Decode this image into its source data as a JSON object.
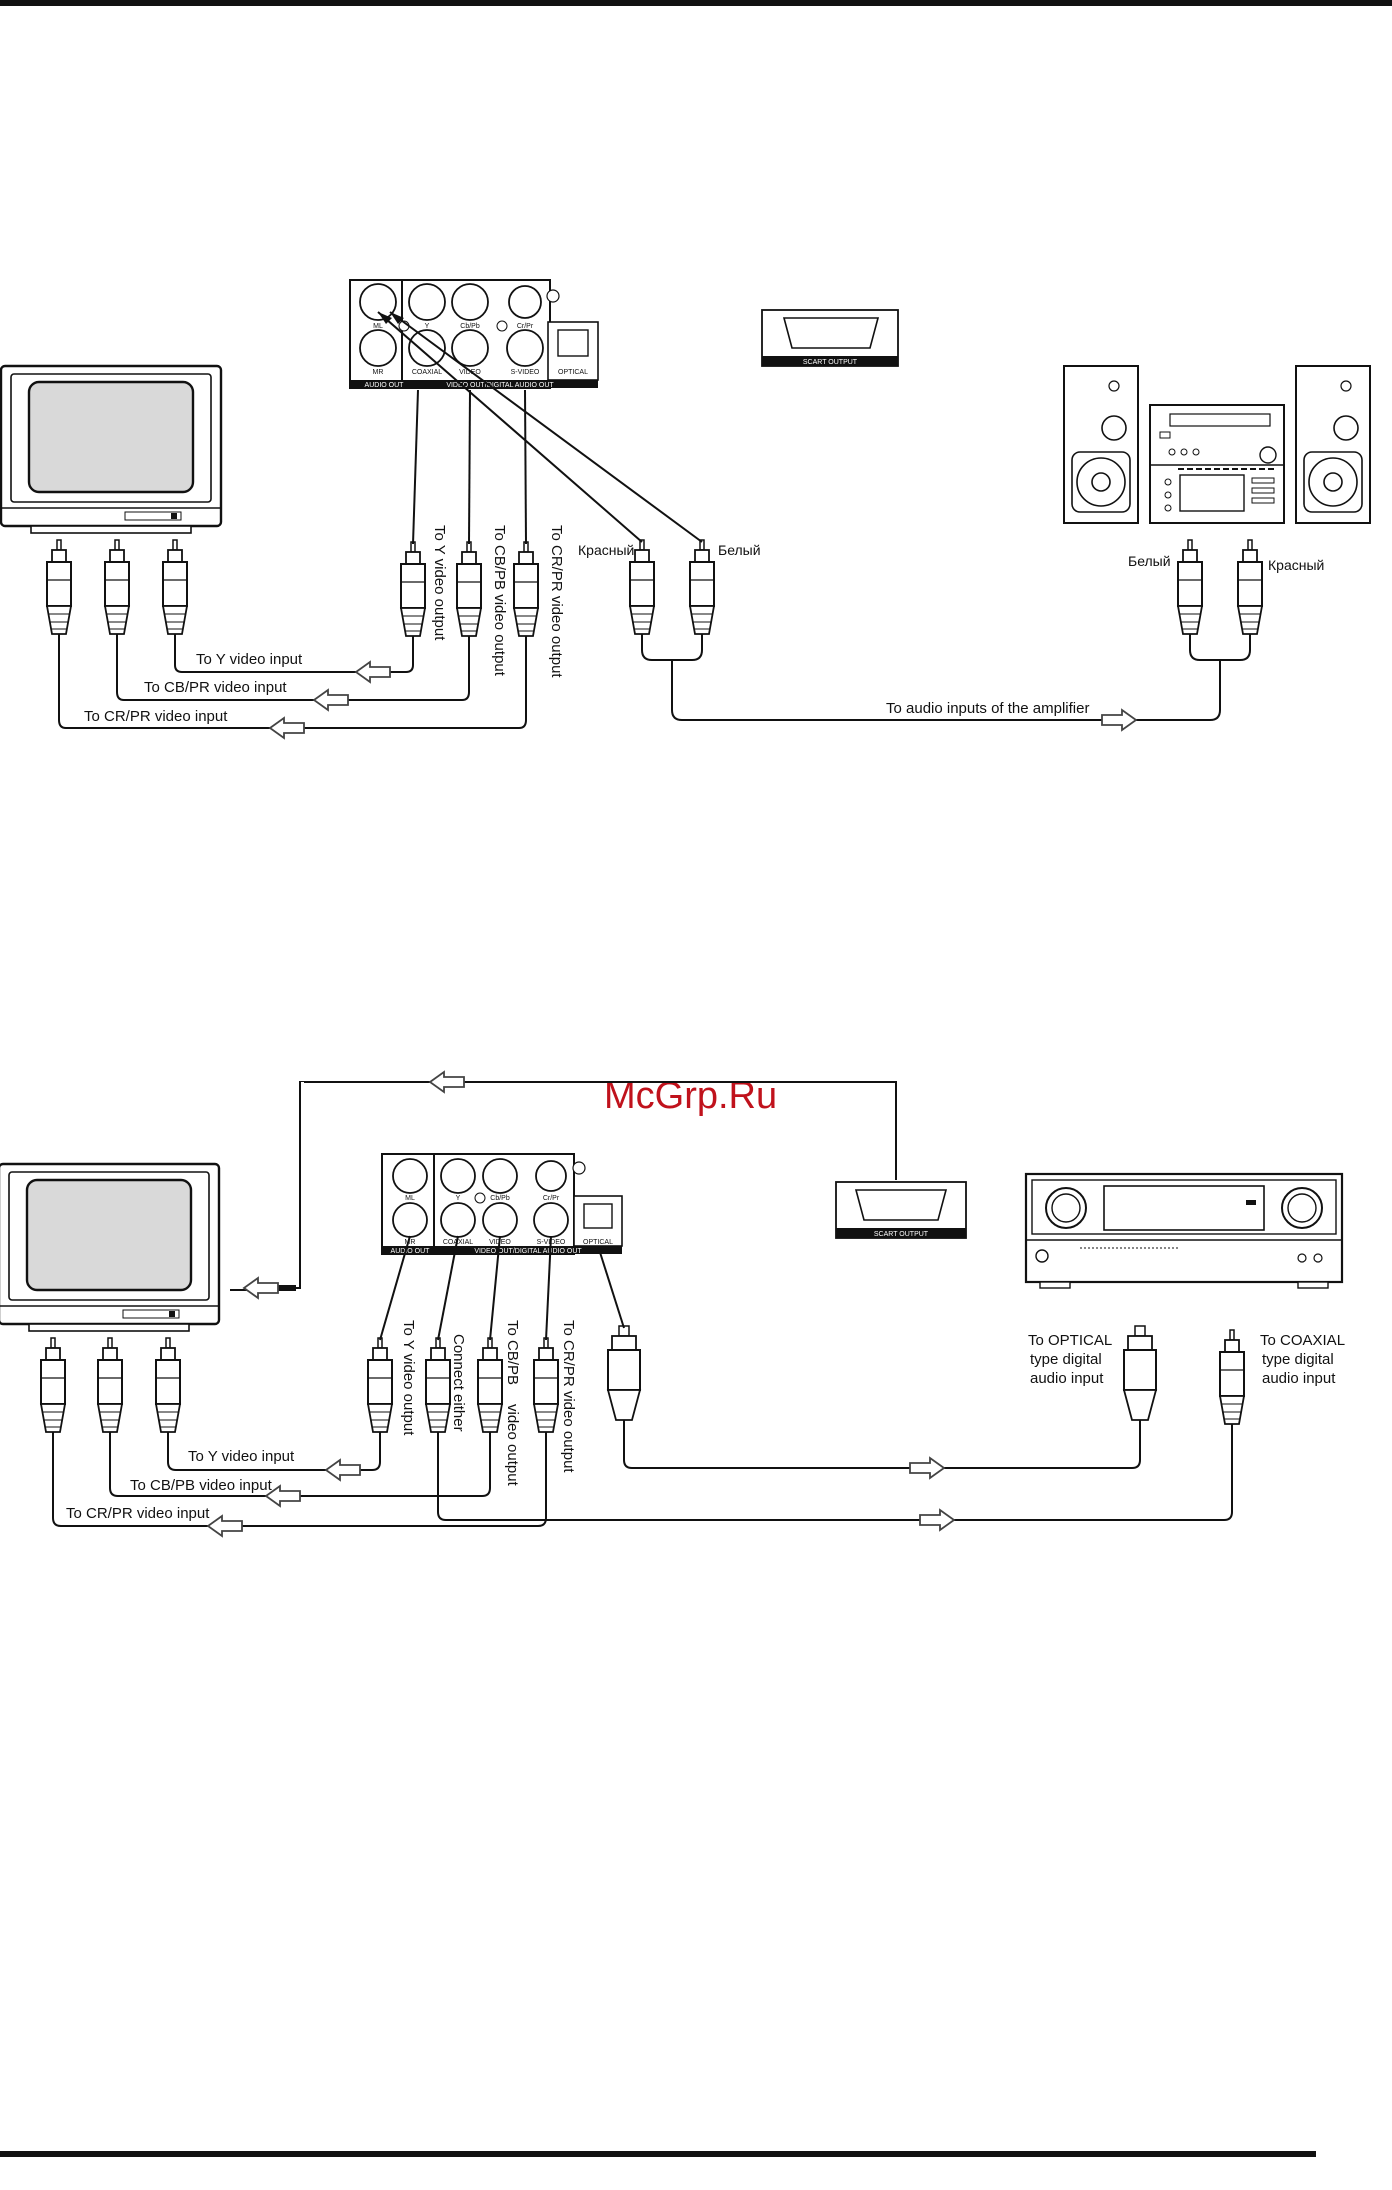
{
  "watermark": "McGrp.Ru",
  "diagram1": {
    "panel": {
      "ml": "ML",
      "mr": "MR",
      "y": "Y",
      "cb": "Cb/Pb",
      "cr": "Cr/Pr",
      "coaxial": "COAXIAL",
      "video": "VIDEO",
      "svideo": "S-VIDEO",
      "optical": "OPTICAL",
      "audio_out": "AUDIO OUT",
      "video_out": "VIDEO OUT/DIGITAL AUDIO OUT"
    },
    "scart_label": "SCART OUTPUT",
    "to_y_output": "To Y video output",
    "to_cb_output": "To CB/PB video output",
    "to_cr_output": "To CR/PR video output",
    "to_y_input": "To Y video input",
    "to_cb_input": "To CB/PR video input",
    "to_cr_input": "To CR/PR video input",
    "red_left": "Красный",
    "white_left": "Белый",
    "white_right": "Белый",
    "red_right": "Красный",
    "to_amplifier": "To audio inputs of the amplifier"
  },
  "diagram2": {
    "panel": {
      "ml": "ML",
      "mr": "MR",
      "y": "Y",
      "cb": "Cb/Pb",
      "cr": "Cr/Pr",
      "coaxial": "COAXIAL",
      "video": "VIDEO",
      "svideo": "S-VIDEO",
      "optical": "OPTICAL",
      "audio_out": "AUDIO OUT",
      "video_out": "VIDEO OUT/DIGITAL AUDIO OUT"
    },
    "scart_label": "SCART OUTPUT",
    "to_y_output": "To Y video output",
    "connect_either": "Connect either",
    "to_cb_output_1": "To CB/PB",
    "to_cb_output_2": "video output",
    "to_cr_output": "To CR/PR video output",
    "to_y_input": "To Y video input",
    "to_cb_input": "To CB/PB video input",
    "to_cr_input": "To CR/PR video input",
    "optical_1": "To OPTICAL",
    "optical_2": "type digital",
    "optical_3": "audio input",
    "coaxial_1": "To COAXIAL",
    "coaxial_2": "type digital",
    "coaxial_3": "audio input"
  }
}
